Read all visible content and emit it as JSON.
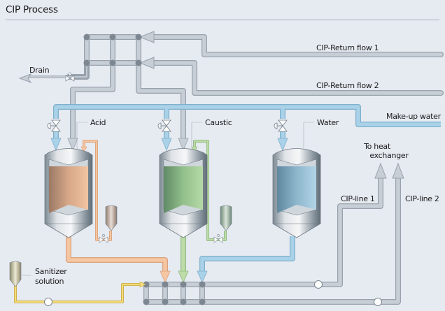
{
  "title": "CIP Process",
  "labels": {
    "drain": "Drain",
    "return_flow_1": "CIP-Return flow 1",
    "return_flow_2": "CIP-Return flow 2",
    "makeup_water": "Make-up water",
    "acid": "Acid",
    "caustic": "Caustic",
    "water": "Water",
    "to_heat_exchanger_1": "To heat",
    "to_heat_exchanger_2": "exchanger",
    "cip_line_1": "CIP-line 1",
    "cip_line_2": "CIP-line 2",
    "sanitizer_1": "Sanitizer",
    "sanitizer_2": "solution"
  },
  "tanks": [
    {
      "name": "Acid",
      "liquid_color": "#e9b48f",
      "liquid_dark": "#9a7a66"
    },
    {
      "name": "Caustic",
      "liquid_color": "#a9cf9c",
      "liquid_dark": "#5f8a66"
    },
    {
      "name": "Water",
      "liquid_color": "#a6cbe0",
      "liquid_dark": "#6a94ab"
    }
  ],
  "colors": {
    "pipe_gray": "#c7ced5",
    "pipe_gray_edge": "#98a2ac",
    "pipe_blue": "#a9d1e8",
    "pipe_blue_edge": "#7fb0cc",
    "pipe_acid": "#f6c6a2",
    "pipe_acid_edge": "#d9a27d",
    "pipe_caustic": "#bddca8",
    "pipe_caustic_edge": "#92b982",
    "pipe_sanitizer": "#f4dc7a",
    "pipe_sanitizer_edge": "#c9ae4a",
    "node": "#7d8791"
  }
}
